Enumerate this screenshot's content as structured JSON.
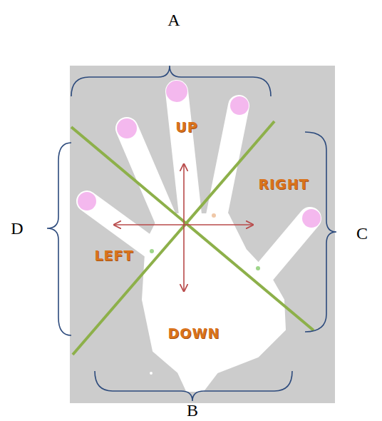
{
  "diagram": {
    "labels": [
      "A",
      "UP",
      "RIGHT",
      "D",
      "LEFT",
      "C",
      "DOWN",
      "B"
    ]
  }
}
